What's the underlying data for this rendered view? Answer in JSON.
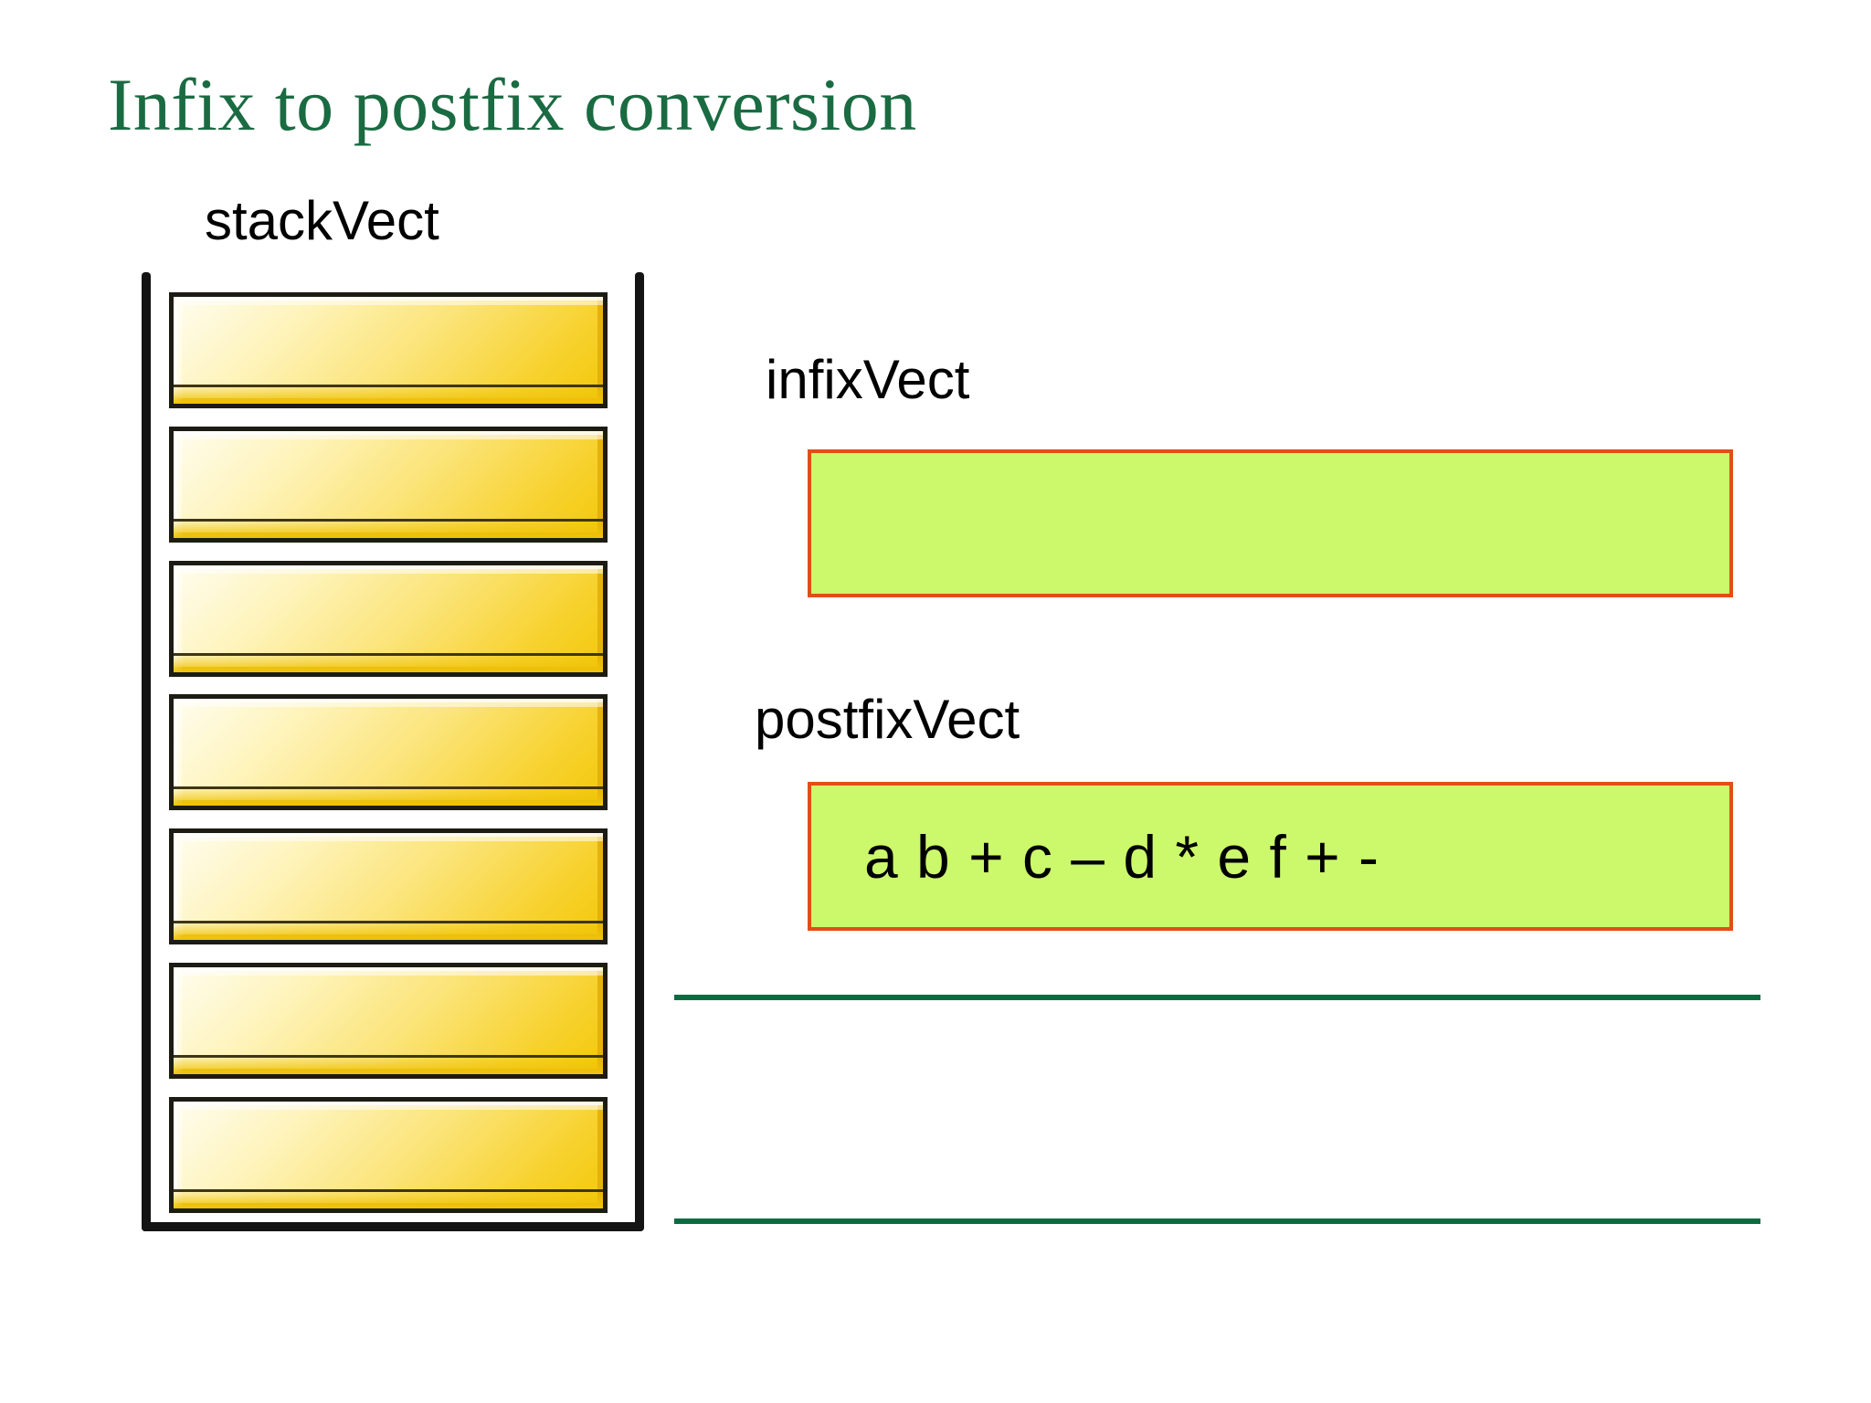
{
  "slide": {
    "title": "Infix to postfix conversion",
    "title_color": "#1A6B42",
    "background_color": "#FFFFFF"
  },
  "stack": {
    "label": "stackVect",
    "cell_count": 7,
    "cells": [
      "",
      "",
      "",
      "",
      "",
      "",
      ""
    ],
    "cell_fill_color": "#F7D22E",
    "wall_color": "#141414"
  },
  "vectors": [
    {
      "label": "infixVect",
      "content": "",
      "fill_color": "#CCF96B",
      "border_color": "#E24E16"
    },
    {
      "label": "postfixVect",
      "content": "a b + c – d * e f + -",
      "fill_color": "#CCF96B",
      "border_color": "#E24E16"
    }
  ],
  "rules": {
    "color": "#0A6B41",
    "count": 2
  }
}
